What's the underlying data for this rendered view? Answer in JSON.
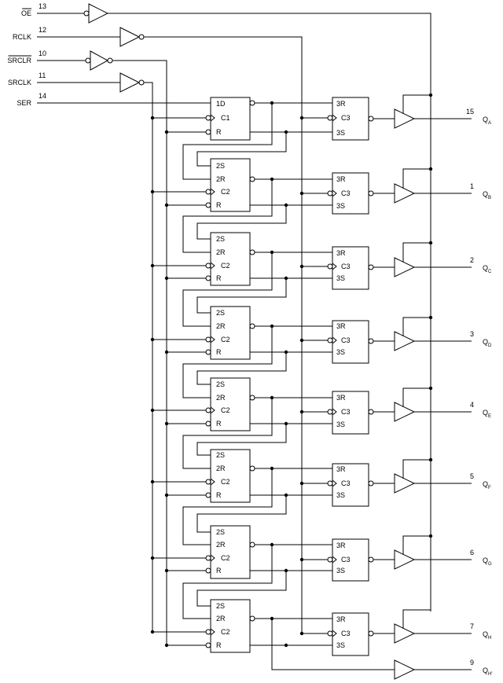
{
  "diagram": {
    "inputs": [
      {
        "name": "OE",
        "pin": "13",
        "overline": true
      },
      {
        "name": "RCLK",
        "pin": "12",
        "overline": false
      },
      {
        "name": "SRCLR",
        "pin": "10",
        "overline": true
      },
      {
        "name": "SRCLK",
        "pin": "11",
        "overline": false
      },
      {
        "name": "SER",
        "pin": "14",
        "overline": false
      }
    ],
    "shift_first": [
      "1D",
      "C1",
      "R"
    ],
    "shift_rest": [
      "2S",
      "2R",
      "C2",
      "R"
    ],
    "storage": [
      "3R",
      "C3",
      "3S"
    ],
    "outputs": [
      {
        "pin": "15",
        "name": "Q",
        "sub": "A"
      },
      {
        "pin": "1",
        "name": "Q",
        "sub": "B"
      },
      {
        "pin": "2",
        "name": "Q",
        "sub": "C"
      },
      {
        "pin": "3",
        "name": "Q",
        "sub": "D"
      },
      {
        "pin": "4",
        "name": "Q",
        "sub": "E"
      },
      {
        "pin": "5",
        "name": "Q",
        "sub": "F"
      },
      {
        "pin": "6",
        "name": "Q",
        "sub": "G"
      },
      {
        "pin": "7",
        "name": "Q",
        "sub": "H"
      }
    ],
    "serial_out": {
      "pin": "9",
      "name": "Q",
      "sub": "H'"
    }
  }
}
